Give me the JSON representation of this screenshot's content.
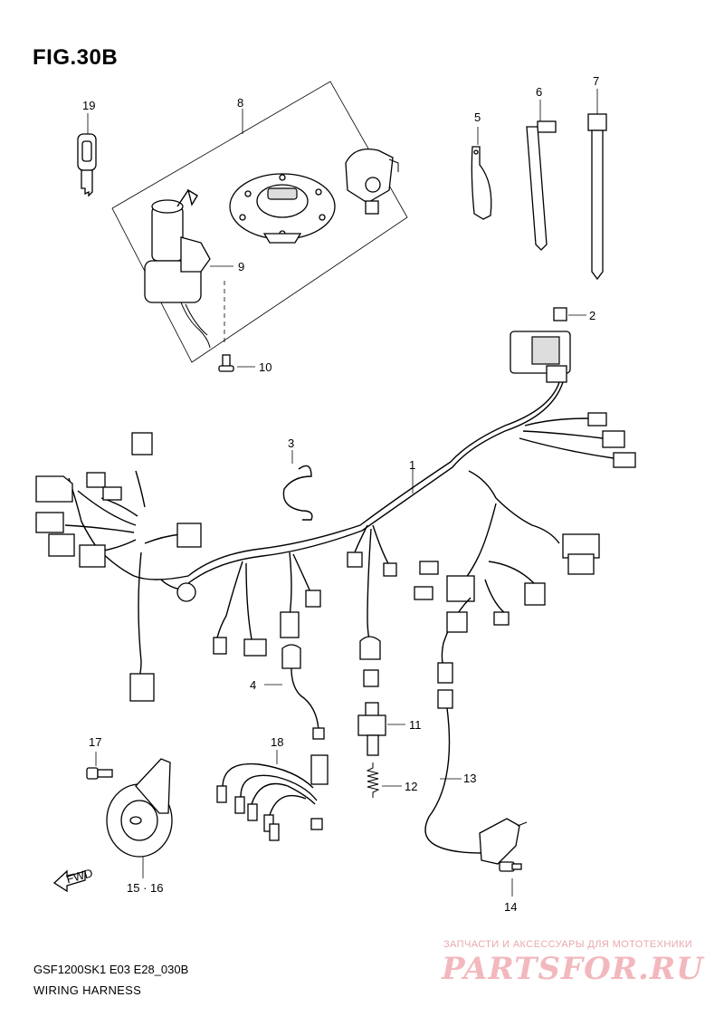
{
  "figure": {
    "title": "FIG.30B",
    "code": "GSF1200SK1 E03 E28_030B",
    "caption": "WIRING HARNESS"
  },
  "callouts": [
    {
      "id": "1",
      "text": "1"
    },
    {
      "id": "2",
      "text": "2"
    },
    {
      "id": "3",
      "text": "3"
    },
    {
      "id": "4",
      "text": "4"
    },
    {
      "id": "5",
      "text": "5"
    },
    {
      "id": "6",
      "text": "6"
    },
    {
      "id": "7",
      "text": "7"
    },
    {
      "id": "8",
      "text": "8"
    },
    {
      "id": "9",
      "text": "9"
    },
    {
      "id": "10",
      "text": "10"
    },
    {
      "id": "11",
      "text": "11"
    },
    {
      "id": "12",
      "text": "12"
    },
    {
      "id": "13",
      "text": "13"
    },
    {
      "id": "14",
      "text": "14"
    },
    {
      "id": "15",
      "text": "15 · 16"
    },
    {
      "id": "17",
      "text": "17"
    },
    {
      "id": "18",
      "text": "18"
    },
    {
      "id": "19",
      "text": "19"
    }
  ],
  "fwd_arrow": {
    "text": "FWD",
    "icon": "forward-arrow-icon"
  },
  "watermark": {
    "tagline": "ЗАПЧАСТИ И АКСЕССУАРЫ ДЛЯ МОТОТЕХНИКИ",
    "logo": "PARTSFOR.RU"
  }
}
